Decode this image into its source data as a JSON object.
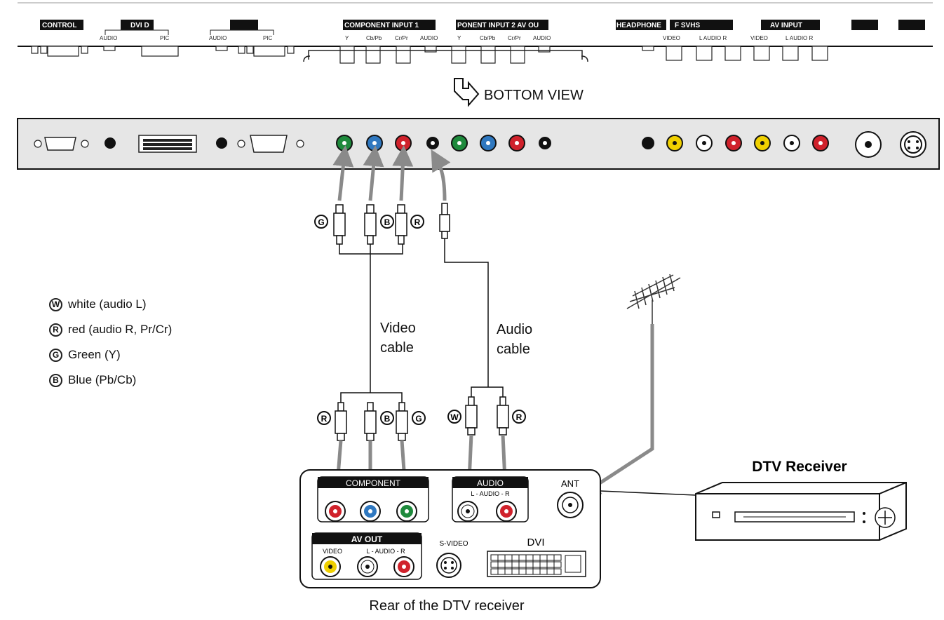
{
  "top_panel": {
    "headers": {
      "control": "CONTROL",
      "dvi": "DVI D",
      "component1": "COMPONENT INPUT 1",
      "component2": "PONENT INPUT 2 AV OU",
      "headphone": "HEADPHONE",
      "svhs": "F SVHS",
      "av_input": "AV INPUT"
    },
    "sublabels": {
      "audio1": "AUDIO",
      "pic1": "PIC",
      "audio2": "AUDIO",
      "pic2": "PIC",
      "c1_y": "Y",
      "c1_pb": "Cb/Pb",
      "c1_pr": "Cr/Pr",
      "c1_audio": "AUDIO",
      "c2_y": "Y",
      "c2_pb": "Cb/Pb",
      "c2_pr": "Cr/Pr",
      "c2_audio": "AUDIO",
      "svhs_video": "VIDEO",
      "svhs_audio": "L  AUDIO  R",
      "av_video": "VIDEO",
      "av_audio": "L  AUDIO  R"
    }
  },
  "bottom_view_label": "BOTTOM VIEW",
  "plugs_top": {
    "g": "G",
    "b": "B",
    "r": "R"
  },
  "cable_labels": {
    "video_line1": "Video",
    "video_line2": "cable",
    "audio_line1": "Audio",
    "audio_line2": "cable"
  },
  "legend": [
    {
      "badge": "W",
      "text": "white (audio L)"
    },
    {
      "badge": "R",
      "text": "red (audio R, Pr/Cr)"
    },
    {
      "badge": "G",
      "text": "Green (Y)"
    },
    {
      "badge": "B",
      "text": "Blue (Pb/Cb)"
    }
  ],
  "plugs_bottom": {
    "r1": "R",
    "b": "B",
    "g": "G",
    "w": "W",
    "r2": "R"
  },
  "receiver_panel": {
    "component": "COMPONENT",
    "audio": "AUDIO",
    "audio_sub": "L - AUDIO - R",
    "ant": "ANT",
    "av_out": "AV  OUT",
    "video": "VIDEO",
    "av_audio": "L - AUDIO - R",
    "svideo": "S-VIDEO",
    "dvi": "DVI"
  },
  "dtv_receiver_title": "DTV Receiver",
  "caption": "Rear of the DTV receiver",
  "colors": {
    "green": "#1e8a3c",
    "blue": "#2f78c0",
    "red": "#d0212b",
    "yellow": "#f0d000",
    "white": "#ffffff",
    "cable": "#888888"
  }
}
